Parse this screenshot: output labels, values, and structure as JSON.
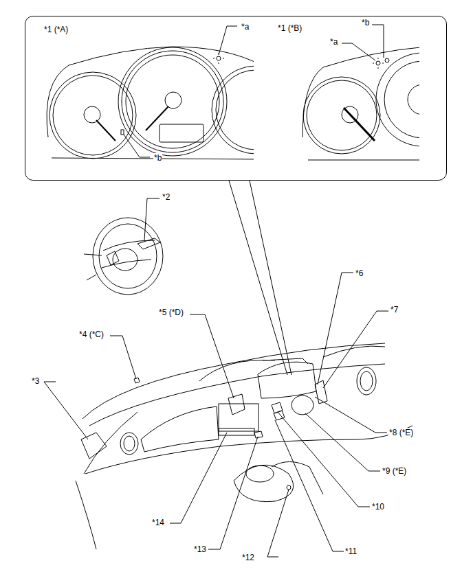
{
  "diagram": {
    "nodes": [
      {
        "text": [
          "*1 (*A)",
          "*a",
          "*1 (*B)",
          "*b",
          "*a",
          "*b"
        ]
      }
    ],
    "labels": [
      "*2",
      "*6",
      "*5 (*D)",
      "*7",
      "*4 (*C)",
      "*3",
      "*8 (*E)",
      "*9 (*E)",
      "*10",
      "*14",
      "*11",
      "*13",
      "*12"
    ]
  }
}
